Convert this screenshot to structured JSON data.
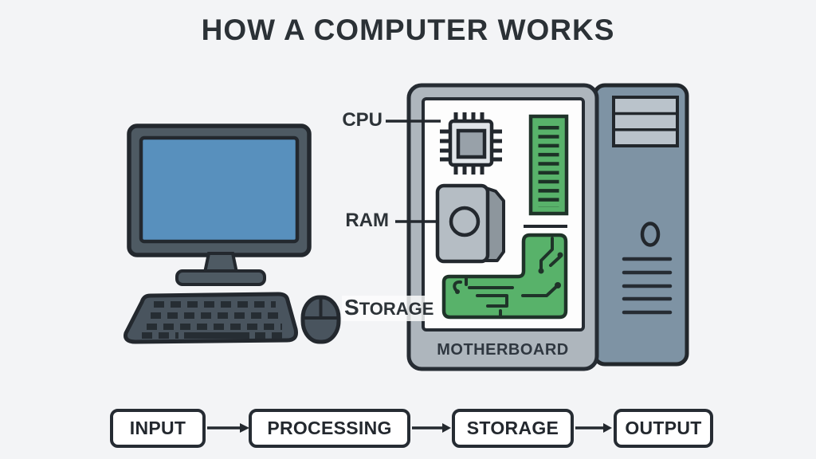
{
  "title": "HOW A COMPUTER WORKS",
  "diagram": {
    "callouts": {
      "cpu": "CPU",
      "ram": "RAM",
      "storage": "STORAGE"
    },
    "motherboard_label": "MOTHERBOARD",
    "icons": {
      "monitor": "desktop-monitor",
      "keyboard": "keyboard",
      "mouse": "mouse",
      "tower": "computer-tower",
      "cpu_chip": "cpu-chip",
      "ram_stick": "ram-memory-stick",
      "cooler": "cpu-cooler-block",
      "circuit": "circuit-traces"
    }
  },
  "flow": {
    "steps": [
      {
        "label": "INPUT"
      },
      {
        "label": "PROCESSING"
      },
      {
        "label": "STORAGE"
      },
      {
        "label": "OUTPUT"
      }
    ]
  },
  "colors": {
    "background": "#f3f4f6",
    "outline_ink": "#23282e",
    "text_dark": "#2d3338",
    "device_body": "#4e5a63",
    "keyboard_body": "#49545e",
    "screen_blue": "#5890bd",
    "panel_gray": "#aeb6bd",
    "panel_inner_white": "#fdfdfd",
    "tower_gray": "#7e93a4",
    "drive_bay_gray": "#bac3cb",
    "component_gray": "#b5bdc4",
    "component_shade": "#8d969d",
    "chip_body": "#e1e5e9",
    "chip_die": "#98a1a9",
    "pcb_green": "#58b26a",
    "pcb_green_ink": "#1f3329",
    "flow_box_fill": "#ffffff"
  }
}
